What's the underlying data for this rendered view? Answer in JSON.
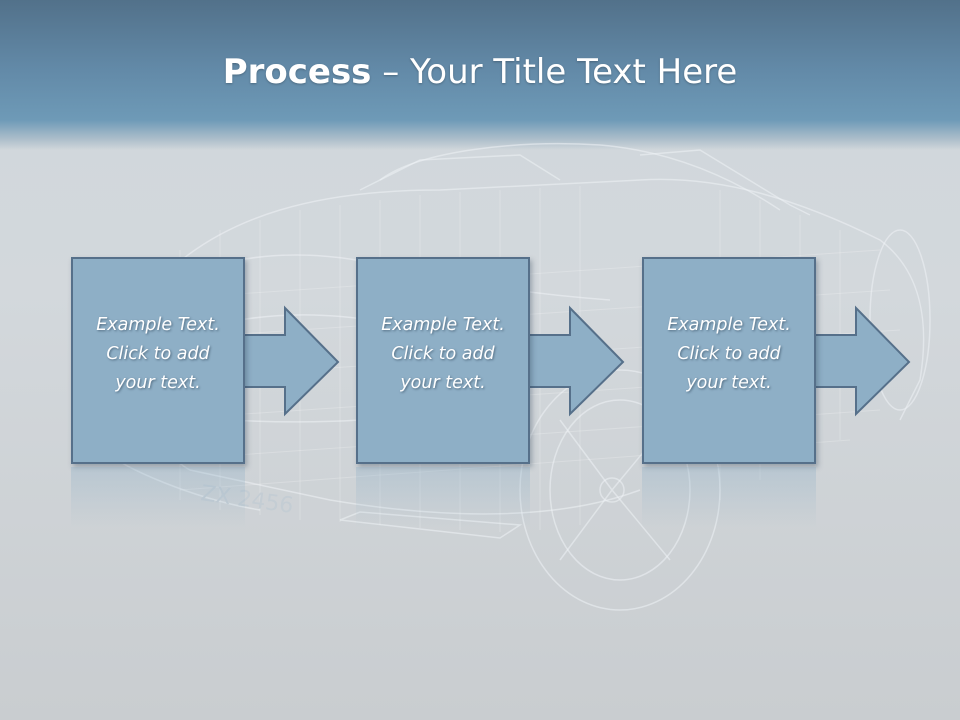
{
  "slide": {
    "title_bold": "Process",
    "title_rest": " – Your Title Text Here"
  },
  "process_steps": [
    {
      "line1": "Example Text.",
      "line2": "Click  to add",
      "line3": "your text."
    },
    {
      "line1": "Example Text.",
      "line2": "Click  to add",
      "line3": "your text."
    },
    {
      "line1": "Example Text.",
      "line2": "Click  to add",
      "line3": "your text."
    }
  ],
  "colors": {
    "header": "#6289a7",
    "box_fill": "#8eafc6",
    "box_border": "#56708a",
    "background": "#cfd6db"
  },
  "background_image": {
    "icon": "wireframe-car-image",
    "plate_text": "ZX 2456"
  }
}
